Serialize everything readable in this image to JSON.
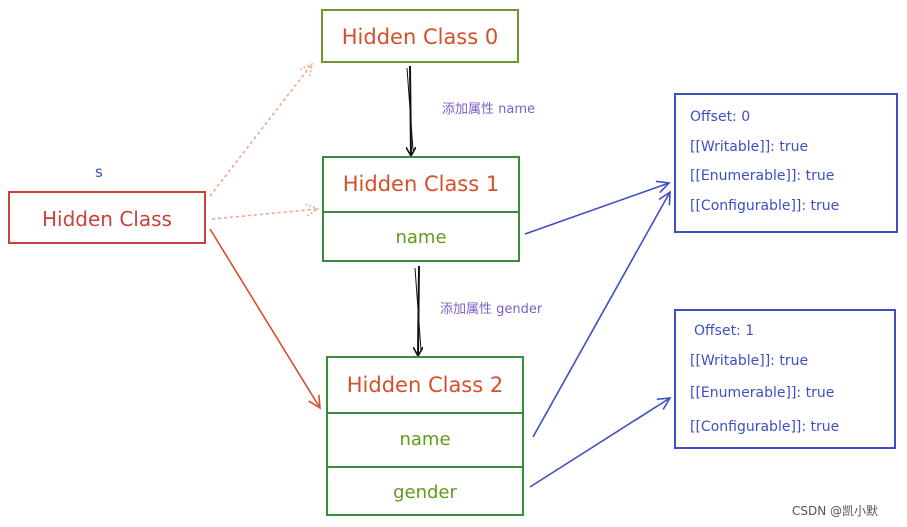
{
  "var_label": "s",
  "s_box": {
    "title": "Hidden Class"
  },
  "hc0": {
    "title": "Hidden Class 0"
  },
  "hc1": {
    "title": "Hidden Class 1",
    "fields": [
      "name"
    ]
  },
  "hc2": {
    "title": "Hidden Class 2",
    "fields": [
      "name",
      "gender"
    ]
  },
  "transitions": [
    {
      "label": "添加属性 name"
    },
    {
      "label": "添加属性 gender"
    }
  ],
  "descriptors": [
    {
      "offset": "Offset: 0",
      "writable": "[[Writable]]: true",
      "enumerable": "[[Enumerable]]: true",
      "configurable": "[[Configurable]]: true"
    },
    {
      "offset": "Offset: 1",
      "writable": "[[Writable]]: true",
      "enumerable": "[[Enumerable]]: true",
      "configurable": "[[Configurable]]: true"
    }
  ],
  "watermark": "CSDN @凯小默",
  "colors": {
    "red": "#c9423b",
    "orange": "#d4502a",
    "green": "#3c8a3c",
    "lime": "#6f9a2b",
    "blue": "#3e4fc4",
    "purple": "#7b5fc9",
    "salmon": "#f0a58a"
  }
}
